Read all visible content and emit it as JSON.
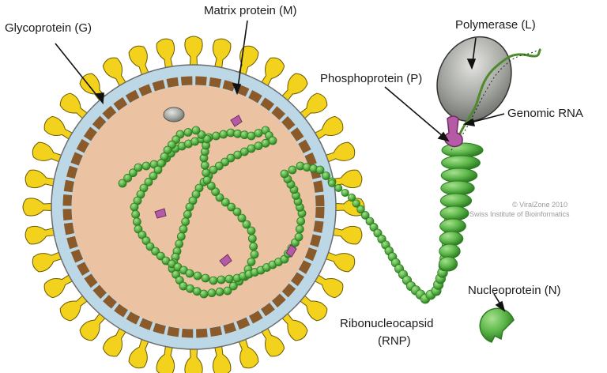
{
  "labels": {
    "glycoprotein": "Glycoprotein (G)",
    "matrix": "Matrix protein (M)",
    "polymerase": "Polymerase (L)",
    "phosphoprotein": "Phosphoprotein (P)",
    "genomic_rna": "Genomic RNA",
    "nucleoprotein": "Nucleoprotein (N)",
    "rnp_line1": "Ribonucleocapsid",
    "rnp_line2": "(RNP)"
  },
  "credit": {
    "line1": "© ViralZone 2010",
    "line2": "Swiss Institute of Bioinformatics"
  },
  "colors": {
    "membrane": "#bcd8e6",
    "matrix": "#8b5a2b",
    "core": "#ebc3a3",
    "glycoprotein": "#f2d21c",
    "nucleoprotein": "#67c055",
    "nucleoprotein_dark": "#2f7a22",
    "polymerase": "#9ea09c",
    "phosphoprotein": "#b55aa5",
    "rna": "#4e8a2c"
  }
}
